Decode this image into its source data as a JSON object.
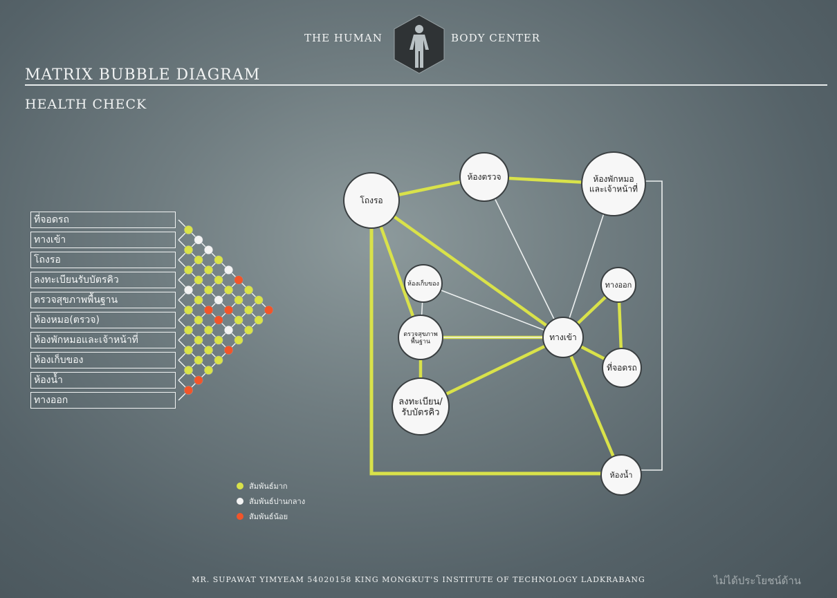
{
  "header": {
    "brand_left": "THE HUMAN",
    "brand_right": "BODY CENTER",
    "title": "MATRIX   BUBBLE DIAGRAM",
    "subtitle": "HEALTH CHECK"
  },
  "footer": {
    "credit": "MR. SUPAWAT   YIMYEAM  54020158 KING MONGKUT'S INSTITUTE OF TECHNOLOGY LADKRABANG",
    "faint": "ไม่ได้ประโยชน์ด้าน"
  },
  "matrix": {
    "rows": [
      "ที่จอดรถ",
      "ทางเข้า",
      "โถงรอ",
      "ลงทะเบียนรับบัตรคิว",
      "ตรวจสุขภาพพื้นฐาน",
      "ห้องหมอ(ตรวจ)",
      "ห้องพักหมอและเจ้าหน้าที่",
      "ห้องเก็บของ",
      "ห้องน้ำ",
      "ทางออก"
    ],
    "colors": {
      "strong": "#d9e24a",
      "medium": "#f3f3f3",
      "weak": "#f2552a"
    },
    "relations": [
      [
        "strong",
        "medium",
        "medium",
        "strong",
        "medium",
        "weak",
        "strong",
        "strong",
        "weak"
      ],
      [
        "strong",
        "strong",
        "strong",
        "strong",
        "strong",
        "strong",
        "strong",
        "strong"
      ],
      [
        "strong",
        "strong",
        "strong",
        "medium",
        "weak",
        "strong",
        "strong"
      ],
      [
        "medium",
        "strong",
        "weak",
        "weak",
        "medium",
        "strong"
      ],
      [
        "strong",
        "strong",
        "strong",
        "strong",
        "weak"
      ],
      [
        "strong",
        "strong",
        "strong",
        "strong"
      ],
      [
        "strong",
        "strong",
        "strong"
      ],
      [
        "strong",
        "weak"
      ],
      [
        "weak"
      ]
    ]
  },
  "legend": [
    {
      "label": "สัมพันธ์มาก",
      "color": "#d9e24a"
    },
    {
      "label": "สัมพันธ์ปานกลาง",
      "color": "#f3f3f3"
    },
    {
      "label": "สัมพันธ์น้อย",
      "color": "#f2552a"
    }
  ],
  "bubble": {
    "nodes": [
      {
        "id": "lobby",
        "label": [
          "โถงรอ"
        ]
      },
      {
        "id": "exam",
        "label": [
          "ห้องตรวจ"
        ]
      },
      {
        "id": "staff",
        "label": [
          "ห้องพักหมอ",
          "และเจ้าหน้าที่"
        ]
      },
      {
        "id": "storage",
        "label": [
          "ห้องเก็บของ"
        ]
      },
      {
        "id": "basic",
        "label": [
          "ตรวจสุขภาพ",
          "พื้นฐาน"
        ]
      },
      {
        "id": "register",
        "label": [
          "ลงทะเบียน/",
          "รับบัตรคิว"
        ]
      },
      {
        "id": "entrance",
        "label": [
          "ทางเข้า"
        ]
      },
      {
        "id": "exit",
        "label": [
          "ทางออก"
        ]
      },
      {
        "id": "parking",
        "label": [
          "ที่จอดรถ"
        ]
      },
      {
        "id": "toilet",
        "label": [
          "ห้องน้ำ"
        ]
      }
    ],
    "links": [
      {
        "a": "lobby",
        "b": "exam",
        "type": "strong"
      },
      {
        "a": "exam",
        "b": "staff",
        "type": "strong"
      },
      {
        "a": "lobby",
        "b": "basic",
        "type": "strong"
      },
      {
        "a": "lobby",
        "b": "entrance",
        "type": "strong"
      },
      {
        "a": "basic",
        "b": "register",
        "type": "strong"
      },
      {
        "a": "register",
        "b": "entrance",
        "type": "strong"
      },
      {
        "a": "basic",
        "b": "entrance",
        "type": "strong"
      },
      {
        "a": "entrance",
        "b": "exit",
        "type": "strong"
      },
      {
        "a": "exit",
        "b": "parking",
        "type": "strong"
      },
      {
        "a": "entrance",
        "b": "parking",
        "type": "strong"
      },
      {
        "a": "entrance",
        "b": "toilet",
        "type": "strong"
      },
      {
        "a": "exam",
        "b": "entrance",
        "type": "medium"
      },
      {
        "a": "staff",
        "b": "entrance",
        "type": "medium"
      },
      {
        "a": "storage",
        "b": "entrance",
        "type": "medium"
      },
      {
        "a": "storage",
        "b": "basic",
        "type": "medium"
      },
      {
        "a": "basic",
        "b": "entrance",
        "type": "medium"
      }
    ]
  }
}
